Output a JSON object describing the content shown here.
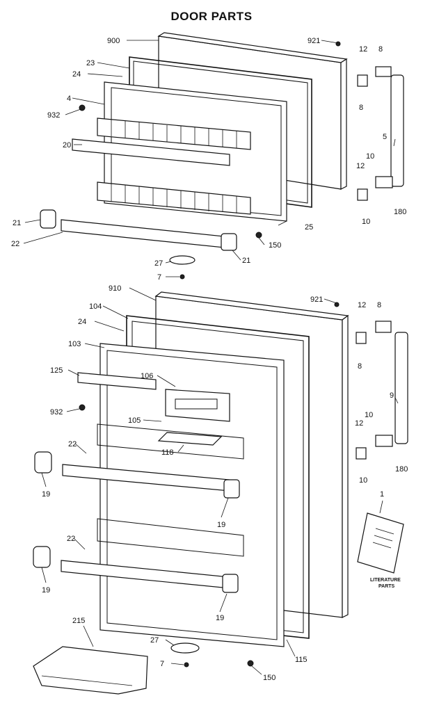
{
  "title": "DOOR PARTS",
  "top_door_labels": [
    "900",
    "921",
    "23",
    "24",
    "12",
    "8",
    "4",
    "932",
    "8",
    "5",
    "20",
    "10",
    "12",
    "21",
    "22",
    "10",
    "180",
    "25",
    "150",
    "21",
    "27",
    "7"
  ],
  "bottom_door_labels": [
    "910",
    "921",
    "104",
    "12",
    "8",
    "24",
    "103",
    "125",
    "106",
    "8",
    "932",
    "9",
    "105",
    "12",
    "10",
    "22",
    "118",
    "10",
    "180",
    "19",
    "19",
    "1",
    "22",
    "19",
    "19",
    "215",
    "27",
    "7",
    "115",
    "150"
  ],
  "literature": {
    "line1": "LITERATURE",
    "line2": "PARTS"
  }
}
